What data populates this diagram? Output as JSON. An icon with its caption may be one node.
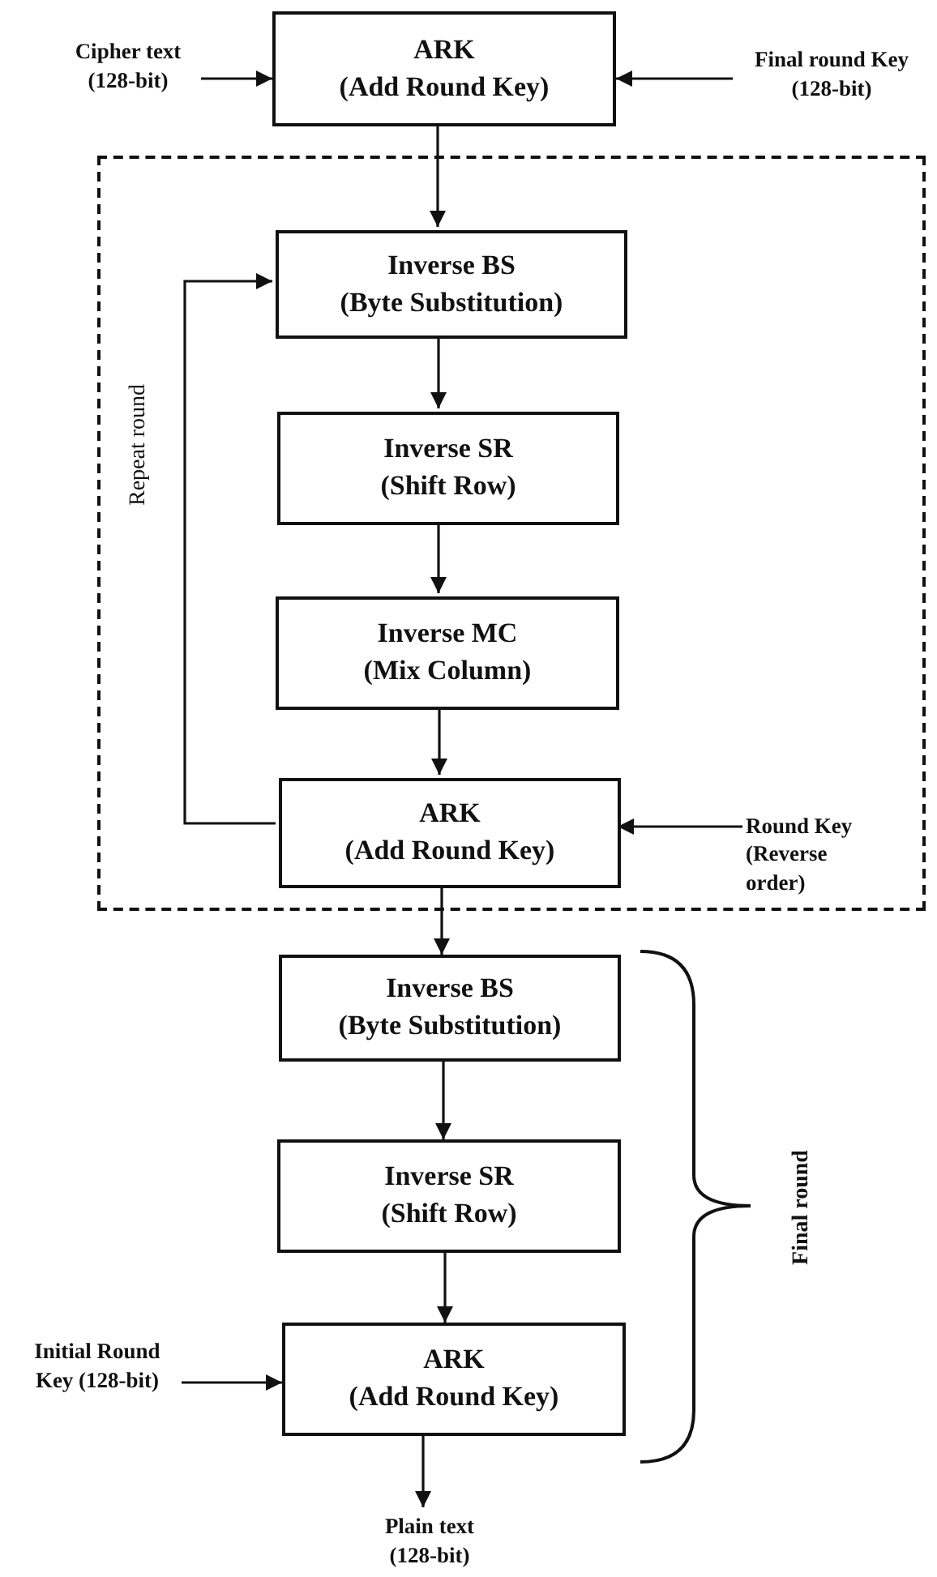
{
  "diagram": {
    "nodes": [
      {
        "text": [
          "ARK",
          "(Add Round Key)"
        ]
      },
      {
        "text": [
          "Cipher text (128-bit)"
        ]
      },
      {
        "text": [
          "Final round Key (128-bit)"
        ]
      },
      {
        "text": [
          "Repeat round"
        ]
      },
      {
        "text": [
          "Inverse BS",
          "(Byte Substitution)"
        ],
        "in": 3
      },
      {
        "text": [
          "Inverse SR",
          "(Shift Row)"
        ],
        "in": 3
      },
      {
        "text": [
          "Inverse MC",
          "(Mix Column)"
        ],
        "in": 3
      },
      {
        "text": [
          "ARK",
          "(Add Round Key)"
        ],
        "in": 3
      },
      {
        "text": [
          "Round Key (Reverse order)"
        ],
        "in": 3
      },
      {
        "text": [
          "Inverse BS",
          "(Byte Substitution)"
        ]
      },
      {
        "text": [
          "Inverse SR",
          "(Shift Row)"
        ]
      },
      {
        "text": [
          "ARK",
          "(Add Round Key)"
        ]
      },
      {
        "text": [
          "Initial Round Key (128-bit)"
        ]
      },
      {
        "text": [
          "Plain text (128-bit)"
        ]
      }
    ],
    "edges": [
      {
        "from": 1,
        "to": 0,
        "arrow": "to"
      },
      {
        "from": 2,
        "to": 0,
        "arrow": "to"
      },
      {
        "from": 0,
        "to": 4,
        "arrow": "to"
      },
      {
        "from": 4,
        "to": 5,
        "arrow": "to"
      },
      {
        "from": 5,
        "to": 6,
        "arrow": "to"
      },
      {
        "from": 6,
        "to": 7,
        "arrow": "to"
      },
      {
        "from": 7,
        "to": 4,
        "arrow": "to"
      },
      {
        "from": 8,
        "to": 7,
        "arrow": "to"
      },
      {
        "from": 7,
        "to": 9,
        "arrow": "to"
      },
      {
        "from": 9,
        "to": 10,
        "arrow": "to"
      },
      {
        "from": 10,
        "to": 11,
        "arrow": "to"
      },
      {
        "from": 12,
        "to": 11,
        "arrow": "to"
      },
      {
        "from": 11,
        "to": 13,
        "arrow": "to"
      }
    ],
    "labels": [
      "Final round"
    ]
  }
}
